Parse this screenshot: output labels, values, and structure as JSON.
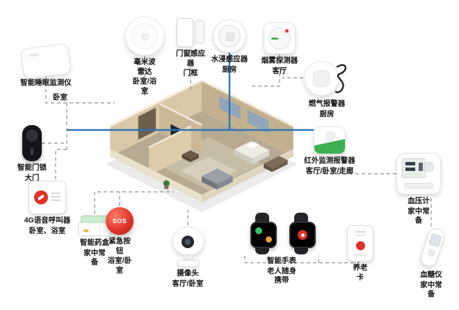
{
  "colors": {
    "line_blue": "#2e75b6",
    "line_gray": "#9e9e9e",
    "alert_red": "#e03127",
    "device_green": "#3db052"
  },
  "annotations": {
    "bedroom_tag": "卧室"
  },
  "devices": [
    {
      "name": "sleep-monitor",
      "label": "智能睡眠监测仪",
      "location": ""
    },
    {
      "name": "mmwave-radar",
      "label": "毫米波雷达",
      "location": "卧室/浴室"
    },
    {
      "name": "door-window-sensor",
      "label": "门窗感应器",
      "location": "门框"
    },
    {
      "name": "water-leak-sensor",
      "label": "水浸感应器",
      "location": "厨房"
    },
    {
      "name": "smoke-detector",
      "label": "烟雾探测器",
      "location": "客厅"
    },
    {
      "name": "gas-alarm",
      "label": "燃气报警器",
      "location": "厨房"
    },
    {
      "name": "infrared-alarm",
      "label": "红外监测报警器",
      "location": "客厅/卧室/走廊"
    },
    {
      "name": "smart-lock",
      "label": "智能门锁",
      "location": "大门"
    },
    {
      "name": "voice-caller-4g",
      "label": "4G语音呼叫器",
      "location": "卧室、浴室"
    },
    {
      "name": "smart-pillbox",
      "label": "智能药盒",
      "location": "家中常备"
    },
    {
      "name": "emergency-button",
      "label": "紧急按钮",
      "location": "浴室/卧室",
      "icon_text": "SOS"
    },
    {
      "name": "camera",
      "label": "摄像头",
      "location": "客厅/卧室"
    },
    {
      "name": "smart-watch",
      "label": "智能手表",
      "location": "老人随身携带"
    },
    {
      "name": "elder-card",
      "label": "养老卡",
      "location": ""
    },
    {
      "name": "bp-monitor",
      "label": "血压计",
      "location": "家中常备"
    },
    {
      "name": "glucose-meter",
      "label": "血糖仪",
      "location": "家中常备"
    }
  ]
}
